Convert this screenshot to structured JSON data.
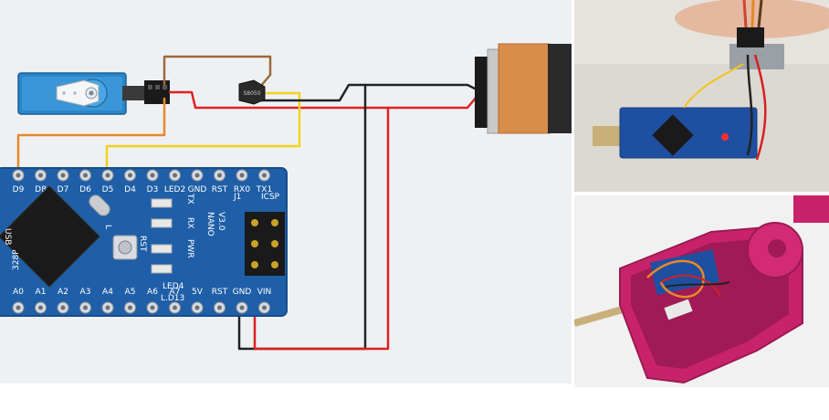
{
  "diagram": {
    "top_pins": [
      "D9",
      "D8",
      "D7",
      "D6",
      "D5",
      "D4",
      "D3",
      "LED2",
      "GND",
      "RST",
      "RX0",
      "TX1"
    ],
    "bottom_pins": [
      "A0",
      "A1",
      "A2",
      "A3",
      "A4",
      "A5",
      "A6",
      "A7",
      "5V",
      "RST",
      "GND",
      "VIN"
    ],
    "board": {
      "model": "NANO",
      "version": "V3.0",
      "icsp": "ICSP",
      "j1": "J1",
      "rst_button": "RST",
      "led_tx": "TX",
      "led_rx": "RX",
      "led_pwr": "PWR",
      "led4": "LED4",
      "led_l": "L",
      "l_d13": "L.D13",
      "usb": "USB",
      "chip": "328P"
    },
    "transistor": "S8050"
  },
  "colors": {
    "background": "#eef1f4",
    "board": "#1f5fa8",
    "board_edge": "#174c8a",
    "servo_body": "#2a86c8",
    "wire_orange": "#e8892a",
    "wire_yellow": "#f2d21d",
    "wire_red": "#e02020",
    "wire_black": "#222222",
    "wire_brown": "#9a6a3a",
    "battery_body": "#d98d4a",
    "photo_bottom_case": "#c8236a"
  }
}
